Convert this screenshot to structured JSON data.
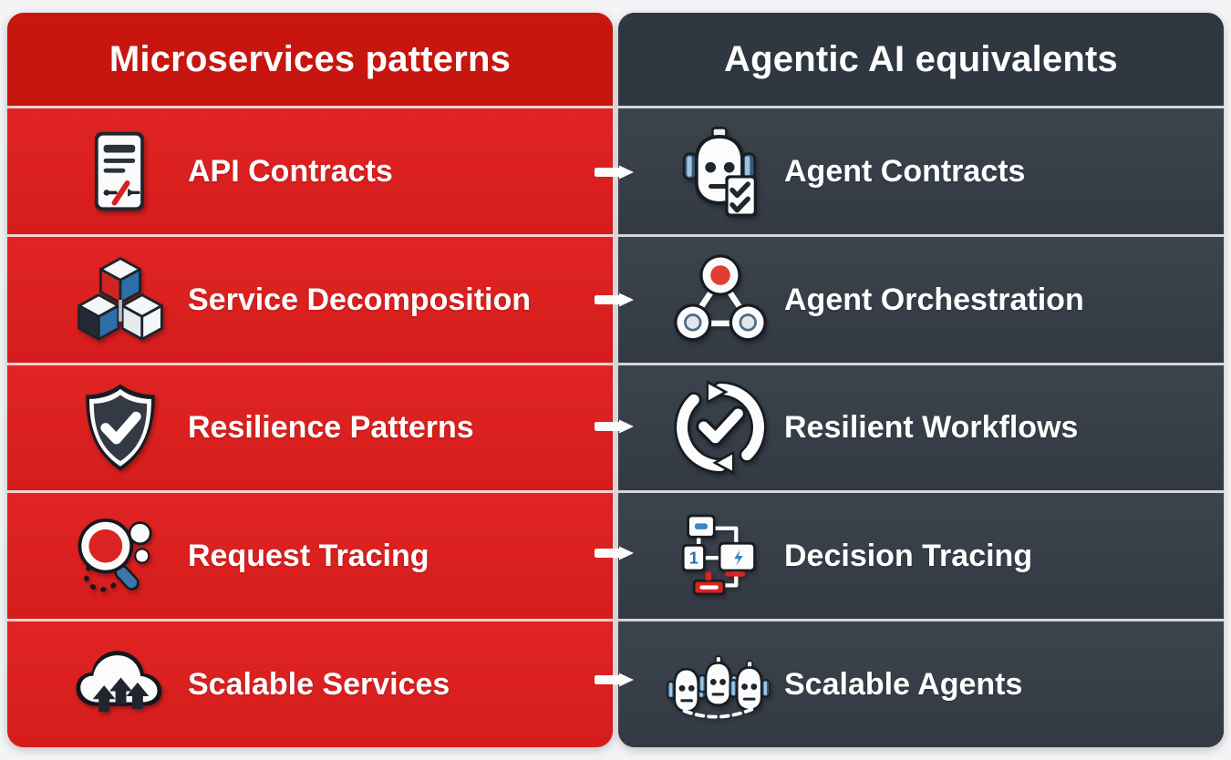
{
  "theme": {
    "background": "#f4f4f6",
    "left_color": "#da2020",
    "left_header_color": "#c5150f",
    "right_color": "#353c45",
    "right_header_color": "#2f3740",
    "text_color": "#ffffff",
    "divider_color": "#ffffff",
    "accent_blue": "#3b7dbd",
    "accent_red": "#e8352e"
  },
  "left": {
    "header": "Microservices patterns",
    "rows": [
      {
        "label": "API Contracts",
        "icon": "document-contract-icon"
      },
      {
        "label": "Service Decomposition",
        "icon": "three-cubes-icon"
      },
      {
        "label": "Resilience Patterns",
        "icon": "shield-check-icon"
      },
      {
        "label": "Request Tracing",
        "icon": "magnifier-trace-icon"
      },
      {
        "label": "Scalable Services",
        "icon": "cloud-arrows-icon"
      }
    ]
  },
  "right": {
    "header": "Agentic AI equivalents",
    "rows": [
      {
        "label": "Agent Contracts",
        "icon": "robot-checklist-icon"
      },
      {
        "label": "Agent Orchestration",
        "icon": "node-triangle-icon"
      },
      {
        "label": "Resilient Workflows",
        "icon": "refresh-check-icon"
      },
      {
        "label": "Decision Tracing",
        "icon": "flowchart-nodes-icon"
      },
      {
        "label": "Scalable Agents",
        "icon": "three-robots-icon"
      }
    ]
  },
  "connectors": [
    {
      "name": "arrow-row-1"
    },
    {
      "name": "arrow-row-2"
    },
    {
      "name": "arrow-row-3"
    },
    {
      "name": "arrow-row-4"
    },
    {
      "name": "arrow-row-5"
    }
  ]
}
